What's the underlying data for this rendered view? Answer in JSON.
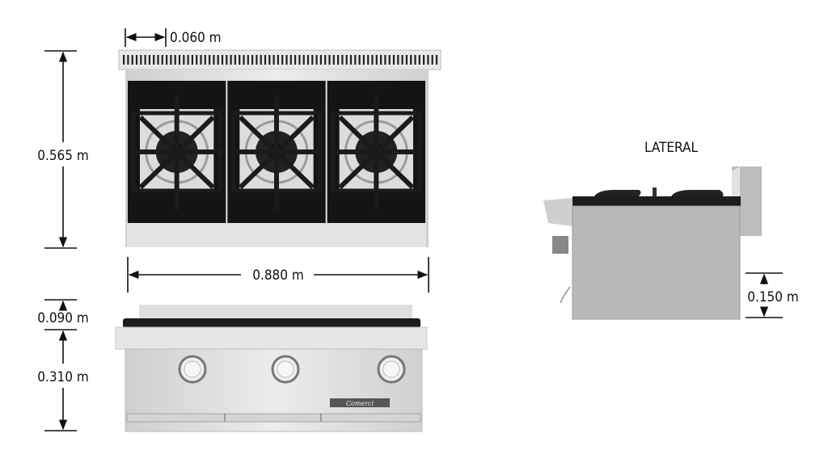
{
  "views": {
    "lateral_title": "LATERAL"
  },
  "dimensions": {
    "backsplash_depth": "0.060 m",
    "depth": "0.565 m",
    "width": "0.880 m",
    "backsplash_height": "0.090 m",
    "body_height": "0.310 m",
    "leg_height": "0.150 m"
  },
  "product": {
    "burner_count": 3,
    "knob_count": 3,
    "logo_text": "Comerci"
  },
  "colors": {
    "stainless": "#d8d8d8",
    "grate": "#1a1a1a",
    "side_panel": "#b9b9b9"
  }
}
